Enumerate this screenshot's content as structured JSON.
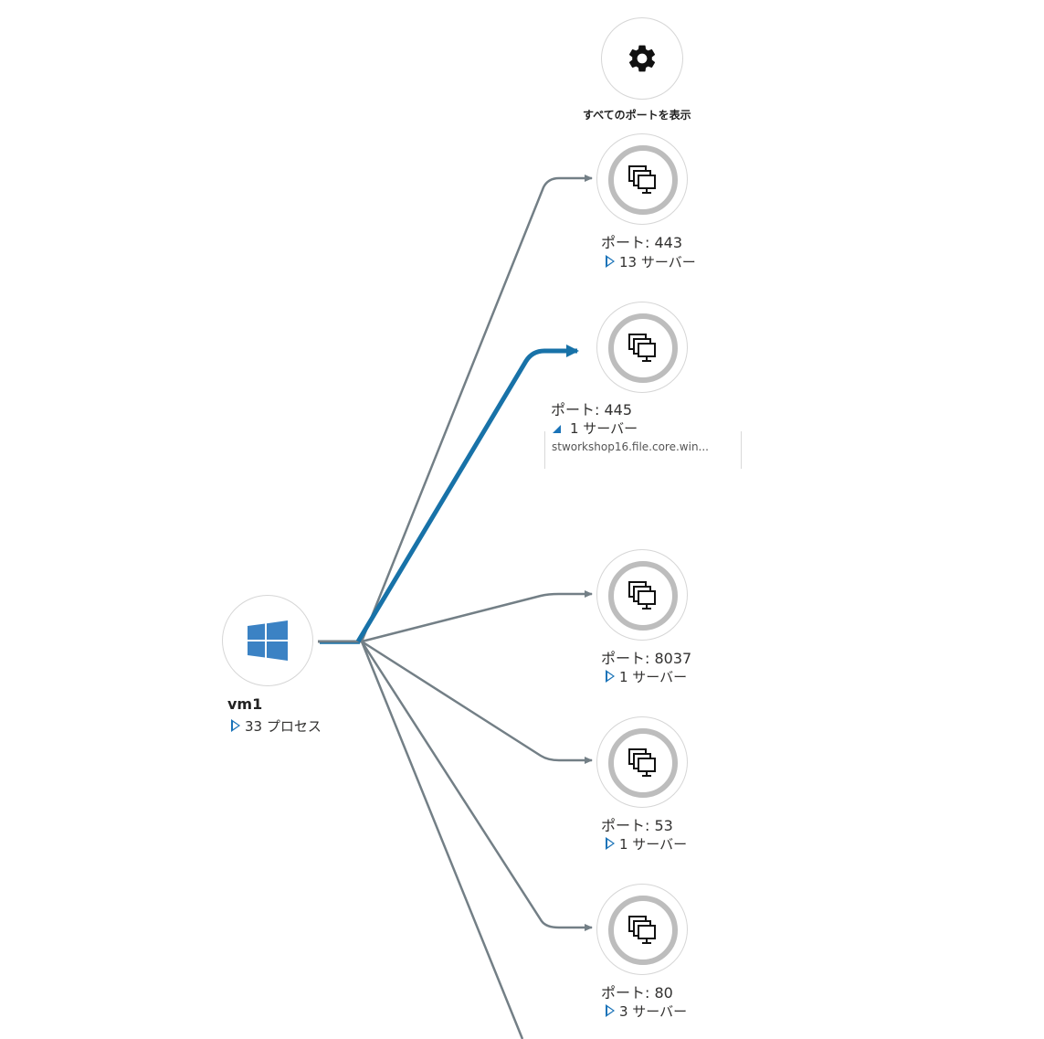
{
  "settings": {
    "label": "すべてのポートを表示",
    "icon": "gear-icon"
  },
  "vm": {
    "name": "vm1",
    "process_count": "33 プロセス",
    "icon": "windows-logo-icon",
    "color": "#3b82c4"
  },
  "ports": [
    {
      "name": "ポート: 443",
      "servers": "13 サーバー",
      "expanded": false,
      "icon": "server-group-icon"
    },
    {
      "name": "ポート: 445",
      "servers": "1 サーバー",
      "expanded": true,
      "icon": "server-group-icon",
      "server_list": [
        "stworkshop16.file.core.win..."
      ]
    },
    {
      "name": "ポート: 8037",
      "servers": "1 サーバー",
      "expanded": false,
      "icon": "server-group-icon"
    },
    {
      "name": "ポート: 53",
      "servers": "1 サーバー",
      "expanded": false,
      "icon": "server-group-icon"
    },
    {
      "name": "ポート: 80",
      "servers": "3 サーバー",
      "expanded": false,
      "icon": "server-group-icon"
    }
  ],
  "colors": {
    "connection": "#737f86",
    "selected_connection": "#1872a8",
    "accent": "#1a73b8"
  }
}
